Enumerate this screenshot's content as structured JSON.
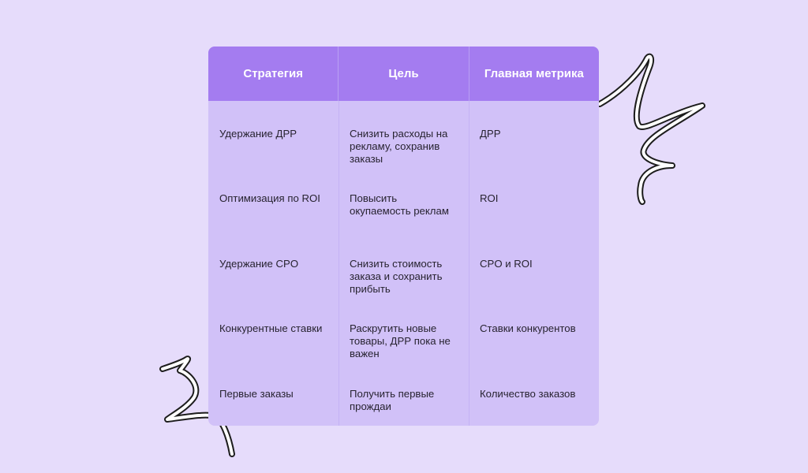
{
  "table": {
    "headers": [
      "Стратегия",
      "Цель",
      "Главная метрика"
    ],
    "rows": [
      [
        "Удержание ДРР",
        "Снизить расходы на рекламу, сохранив заказы",
        "ДРР"
      ],
      [
        "Оптимизация по ROI",
        "Повысить окупаемость реклам",
        "ROI"
      ],
      [
        "Удержание CPO",
        "Снизить стоимость заказа и сохранить прибыть",
        "CPO и ROI"
      ],
      [
        "Конкурентные ставки",
        "Раскрутить новые товары, ДРР пока не важен",
        "Ставки конкурентов"
      ],
      [
        "Первые заказы",
        "Получить первые прождаи",
        "Количество заказов"
      ]
    ]
  },
  "colors": {
    "background": "#e6dcfb",
    "header_bg": "#a47cf0",
    "body_bg": "#d1c1f8",
    "text": "#272330",
    "header_text": "#ffffff"
  },
  "icons": [
    "squiggle-decoration-top",
    "squiggle-decoration-bottom"
  ]
}
